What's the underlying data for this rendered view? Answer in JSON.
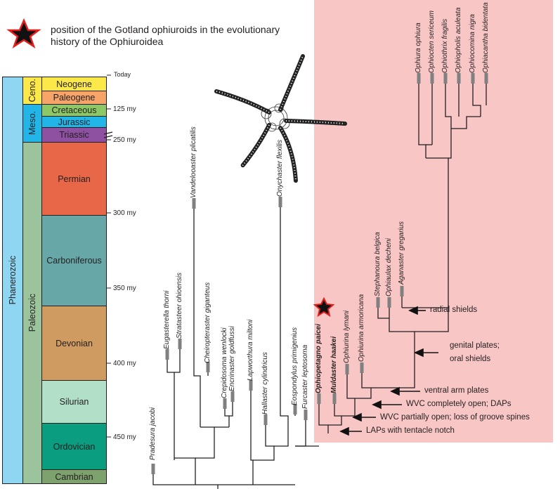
{
  "legend": {
    "text": "position of the Gotland ophiuroids in the evolutionary history of the Ophiuroidea",
    "marker": "red-star-icon"
  },
  "timescale": {
    "eon": "Phanerozoic",
    "eras": {
      "ceno": "Ceno.",
      "meso": "Meso.",
      "paleo": "Paleozoic"
    },
    "periods": [
      "Neogene",
      "Paleogene",
      "Cretaceous",
      "Jurassic",
      "Triassic",
      "Permian",
      "Carboniferous",
      "Devonian",
      "Silurian",
      "Ordovician",
      "Cambrian"
    ],
    "ticks": [
      "Today",
      "125 my",
      "250 my",
      "300 my",
      "350 my",
      "400 my",
      "450 my"
    ],
    "colors": {
      "eon": "#8fd6f2",
      "ceno": "#fde84a",
      "meso": "#22b5e8",
      "paleo": "#9cc49c",
      "Neogene": "#fde84a",
      "Paleogene": "#f7a46a",
      "Cretaceous": "#8cc865",
      "Jurassic": "#22b5e8",
      "Triassic": "#8e50a1",
      "Permian": "#e96749",
      "Carboniferous": "#67a7a7",
      "Devonian": "#cf9b60",
      "Silurian": "#b1dfc7",
      "Ordovician": "#0a9d7f",
      "Cambrian": "#7da26d"
    }
  },
  "taxa": [
    {
      "name": "Pradesura jacobi",
      "bold": false
    },
    {
      "name": "Eugasterella thorni",
      "bold": false
    },
    {
      "name": "Stratasteer ohioensis",
      "bold": false
    },
    {
      "name": "Vandelooaster plicatilis",
      "bold": false
    },
    {
      "name": "Cheiropteraster giganteus",
      "bold": false
    },
    {
      "name": "Crepidosoma wenlocki",
      "bold": false
    },
    {
      "name": "Encrinaster goldfussi",
      "bold": false
    },
    {
      "name": "Lapworthura miltoni",
      "bold": false
    },
    {
      "name": "Hallaster cylindricus",
      "bold": false
    },
    {
      "name": "Onychaster flexilis",
      "bold": false
    },
    {
      "name": "Eospondylus primigenius",
      "bold": false
    },
    {
      "name": "Furcaster leptosoma",
      "bold": false
    },
    {
      "name": "Ophiopetagno paicei",
      "bold": true
    },
    {
      "name": "Muldaster haakei",
      "bold": true
    },
    {
      "name": "Ophiurina lymani",
      "bold": false
    },
    {
      "name": "Ophiurina armoricana",
      "bold": false
    },
    {
      "name": "Stephanoura belgica",
      "bold": false
    },
    {
      "name": "Ophiaulax decheni",
      "bold": false
    },
    {
      "name": "Aganaster gregarius",
      "bold": false
    },
    {
      "name": "Ophiura ophiura",
      "bold": false
    },
    {
      "name": "Ophiocten sericeum",
      "bold": false
    },
    {
      "name": "Ophiothrix fragilis",
      "bold": false
    },
    {
      "name": "Ophiopholis aculeata",
      "bold": false
    },
    {
      "name": "Ophiocomina nigra",
      "bold": false
    },
    {
      "name": "Ophiacantha bidentata",
      "bold": false
    }
  ],
  "annotations": [
    "radial shields",
    "genital plates;",
    "oral shields",
    "ventral arm plates",
    "WVC completely open; DAPs",
    "WVC partially open; loss of groove spines",
    "LAPs with tentacle notch"
  ],
  "colors": {
    "highlight": "#f9c6c6",
    "branch": "#231f20",
    "taxon_bar": "#808080",
    "star": "#111111",
    "star_outline": "#e0201c"
  }
}
